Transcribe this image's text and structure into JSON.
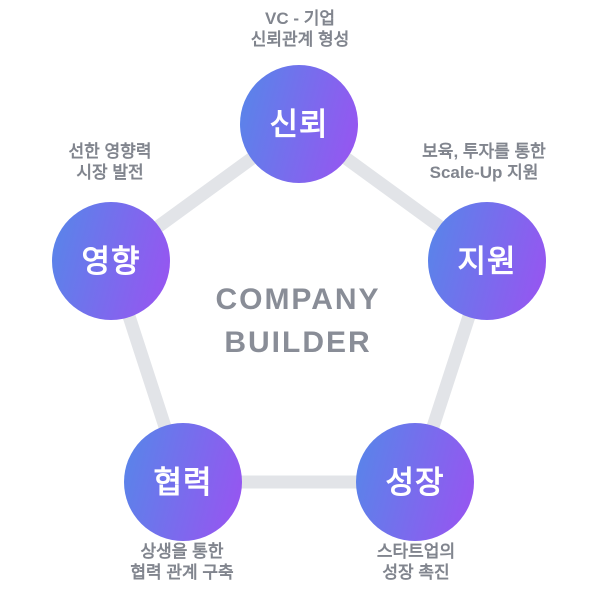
{
  "title": {
    "line1": "COMPANY",
    "line2": "BUILDER"
  },
  "colors": {
    "circle_gradient_start": "#5587e9",
    "circle_gradient_end": "#9b52f1",
    "connector": "#e2e4e8",
    "caption_text": "#81858e",
    "title_text": "#898d97",
    "node_text": "#ffffff",
    "background": "#ffffff"
  },
  "nodes": [
    {
      "id": "trust",
      "label": "신뢰",
      "caption_line1": "VC - 기업",
      "caption_line2": "신뢰관계 형성"
    },
    {
      "id": "support",
      "label": "지원",
      "caption_line1": "보육, 투자를 통한",
      "caption_line2": "Scale-Up 지원"
    },
    {
      "id": "growth",
      "label": "성장",
      "caption_line1": "스타트업의",
      "caption_line2": "성장 촉진"
    },
    {
      "id": "cooperation",
      "label": "협력",
      "caption_line1": "상생을 통한",
      "caption_line2": "협력 관계 구축"
    },
    {
      "id": "influence",
      "label": "영향",
      "caption_line1": "선한 영향력",
      "caption_line2": "시장 발전"
    }
  ]
}
